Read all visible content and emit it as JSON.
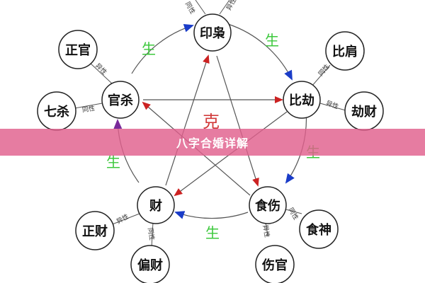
{
  "diagram": {
    "main_nodes": {
      "yinxiao": "印枭",
      "bijie": "比劫",
      "shishang": "食伤",
      "cai": "财",
      "guansha": "官杀"
    },
    "sub_nodes": {
      "zhengguan": "正官",
      "qisha": "七杀",
      "bijian": "比肩",
      "jiecai": "劫财",
      "shishen": "食神",
      "shangguan": "伤官",
      "zhengcai": "正财",
      "piancai": "偏财"
    },
    "links": {
      "yinxiao_a": "同性",
      "yinxiao_b": "异性",
      "zhengguan_link": "异性",
      "qisha_link": "同性",
      "bijian_link": "同性",
      "jiecai_link": "异性",
      "shishen_link": "同性",
      "shangguan_link": "异性",
      "zhengcai_link": "异性",
      "piancai_link": "同性"
    },
    "cycle_labels": {
      "sheng_top_left": "生",
      "sheng_top_right": "生",
      "sheng_right": "生",
      "sheng_bottom": "生",
      "sheng_left": "生",
      "ke_center": "克"
    },
    "colors": {
      "sheng": "#3cc83c",
      "ke": "#d23c3c",
      "arrow_red": "#cc2222",
      "arrow_blue": "#1a3cc8",
      "arrow_purple": "#7a2a9a"
    }
  },
  "banner": {
    "title": "八字合婚详解"
  }
}
